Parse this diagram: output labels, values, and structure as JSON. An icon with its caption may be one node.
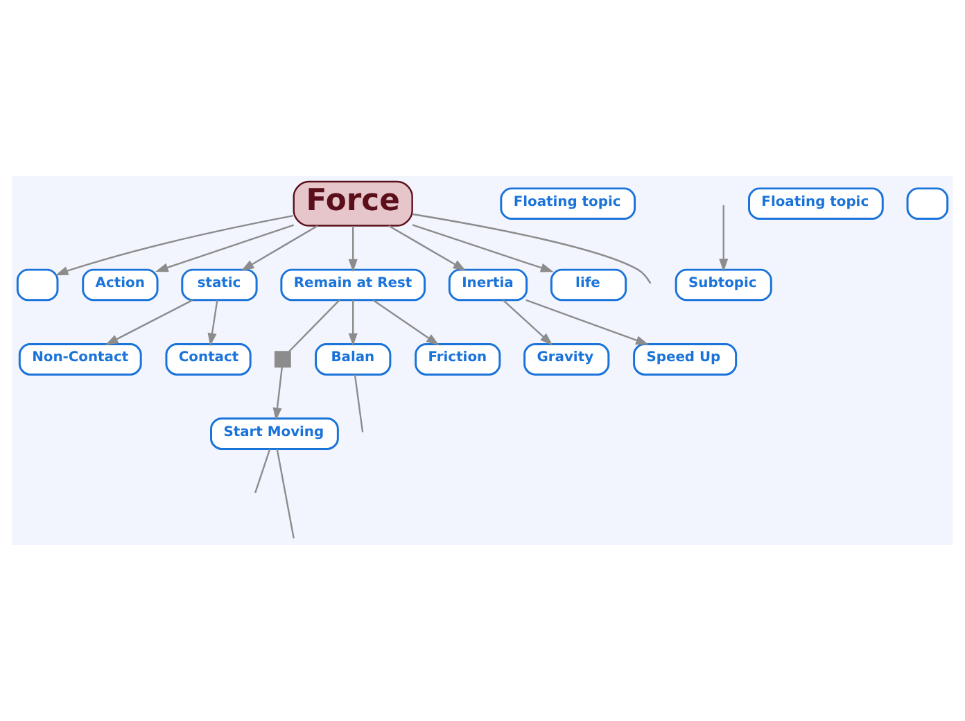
{
  "diagram": {
    "nodes": [
      {
        "text": [
          "Force"
        ]
      },
      {
        "text": [],
        "shape": "box"
      },
      {
        "text": [
          "Floating topic"
        ]
      },
      {
        "text": [
          "Action"
        ]
      },
      {
        "text": [
          "static"
        ]
      },
      {
        "text": [
          "Non-Contact"
        ]
      },
      {
        "text": [
          "Contact"
        ]
      },
      {
        "text": [
          "Remain at Rest"
        ]
      },
      {
        "text": [
          "Inertia"
        ]
      },
      {
        "text": [
          "life"
        ]
      },
      {
        "text": [],
        "shape": "box"
      },
      {
        "text": [
          "Balan"
        ]
      },
      {
        "text": [
          "Subtopic"
        ]
      },
      {
        "text": [
          "Start Moving"
        ]
      },
      {
        "text": [
          "Friction"
        ]
      },
      {
        "text": [
          "Gravity"
        ]
      },
      {
        "text": [
          "Speed Up"
        ]
      },
      {
        "text": [
          "Floating topic"
        ]
      },
      {
        "text": [],
        "shape": "box"
      }
    ],
    "edges": [
      {
        "from": 0,
        "to": 1,
        "arrow": "to"
      },
      {
        "from": 0,
        "to": 3,
        "arrow": "to"
      },
      {
        "from": 0,
        "to": 7,
        "arrow": "to"
      },
      {
        "from": 0,
        "to": null,
        "arrow": "none"
      },
      {
        "from": 0,
        "to": 4,
        "arrow": "to"
      },
      {
        "from": 0,
        "to": 8,
        "arrow": "to"
      },
      {
        "from": 0,
        "to": 9,
        "arrow": "to"
      },
      {
        "from": 4,
        "to": 5,
        "arrow": "to"
      },
      {
        "from": 4,
        "to": 6,
        "arrow": "to"
      },
      {
        "from": 7,
        "to": 11,
        "arrow": "to"
      },
      {
        "from": 7,
        "to": 10,
        "arrow": "none"
      },
      {
        "from": 10,
        "to": 13,
        "arrow": "to"
      },
      {
        "from": 7,
        "to": 14,
        "arrow": "to"
      },
      {
        "from": 8,
        "to": 15,
        "arrow": "to"
      },
      {
        "from": 8,
        "to": 16,
        "arrow": "to"
      },
      {
        "from": 11,
        "to": null,
        "arrow": "none"
      },
      {
        "from": 13,
        "to": null,
        "arrow": "none"
      },
      {
        "from": 13,
        "to": null,
        "arrow": "none"
      },
      {
        "from": null,
        "to": 12,
        "arrow": "to"
      }
    ]
  }
}
